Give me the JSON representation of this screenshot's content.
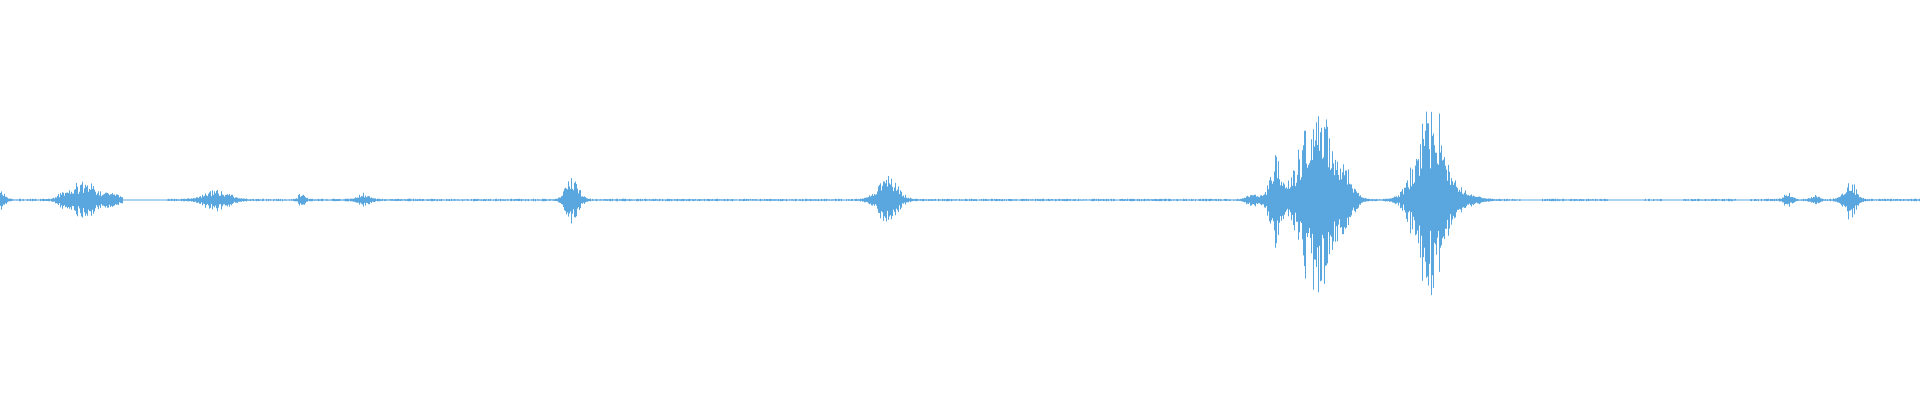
{
  "waveform": {
    "color": "#5aa7e0",
    "baseline_color": "#5aa7e0",
    "samples": 1920,
    "events": [
      {
        "center": 0.0,
        "peak": 0.05,
        "width": 0.004
      },
      {
        "center": 0.033,
        "peak": 0.03,
        "width": 0.006
      },
      {
        "center": 0.044,
        "peak": 0.09,
        "width": 0.012
      },
      {
        "center": 0.058,
        "peak": 0.03,
        "width": 0.008
      },
      {
        "center": 0.113,
        "peak": 0.05,
        "width": 0.012
      },
      {
        "center": 0.157,
        "peak": 0.04,
        "width": 0.003
      },
      {
        "center": 0.189,
        "peak": 0.03,
        "width": 0.006
      },
      {
        "center": 0.298,
        "peak": 0.13,
        "width": 0.006
      },
      {
        "center": 0.462,
        "peak": 0.11,
        "width": 0.01
      },
      {
        "center": 0.653,
        "peak": 0.04,
        "width": 0.006
      },
      {
        "center": 0.664,
        "peak": 0.2,
        "width": 0.006
      },
      {
        "center": 0.686,
        "peak": 0.48,
        "width": 0.016
      },
      {
        "center": 0.701,
        "peak": 0.08,
        "width": 0.008
      },
      {
        "center": 0.745,
        "peak": 0.47,
        "width": 0.014
      },
      {
        "center": 0.763,
        "peak": 0.03,
        "width": 0.012
      },
      {
        "center": 0.931,
        "peak": 0.03,
        "width": 0.004
      },
      {
        "center": 0.945,
        "peak": 0.02,
        "width": 0.004
      },
      {
        "center": 0.963,
        "peak": 0.1,
        "width": 0.006
      }
    ],
    "silent_gaps": [
      [
        0.064,
        0.086
      ],
      [
        0.792,
        0.803
      ],
      [
        0.837,
        0.856
      ],
      [
        0.866,
        0.875
      ],
      [
        0.904,
        0.911
      ]
    ],
    "noise_floor": 0.006
  }
}
